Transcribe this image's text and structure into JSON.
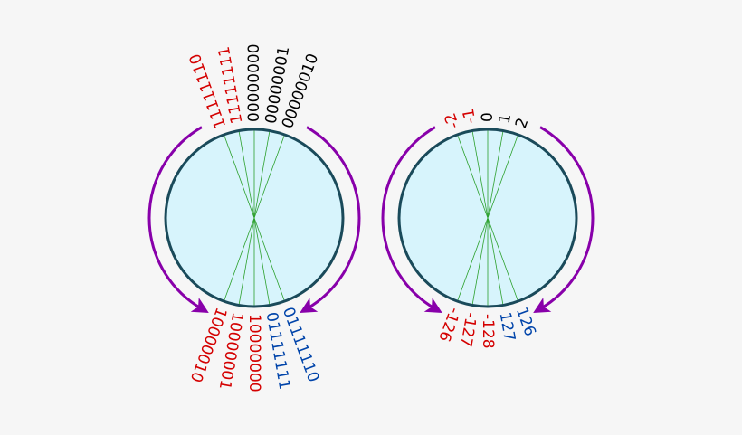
{
  "colors": {
    "background": "#f6f6f6",
    "circle_fill": "#d7f4fc",
    "circle_stroke": "#1a4a5a",
    "spoke": "#2ca02c",
    "arrow": "#8800aa",
    "negative": "#d40000",
    "positive": "#000000",
    "max_positive": "#0044aa"
  },
  "unsigned_ring": {
    "top_labels": [
      {
        "text": "11111110",
        "tone": "negative"
      },
      {
        "text": "11111111",
        "tone": "negative"
      },
      {
        "text": "00000000",
        "tone": "positive"
      },
      {
        "text": "00000001",
        "tone": "positive"
      },
      {
        "text": "00000010",
        "tone": "positive"
      }
    ],
    "bottom_labels": [
      {
        "text": "10000010",
        "tone": "negative"
      },
      {
        "text": "10000001",
        "tone": "negative"
      },
      {
        "text": "10000000",
        "tone": "negative"
      },
      {
        "text": "01111111",
        "tone": "max_positive"
      },
      {
        "text": "01111110",
        "tone": "max_positive"
      }
    ]
  },
  "signed_ring": {
    "top_labels": [
      {
        "text": "-2",
        "tone": "negative"
      },
      {
        "text": "-1",
        "tone": "negative"
      },
      {
        "text": "0",
        "tone": "positive"
      },
      {
        "text": "1",
        "tone": "positive"
      },
      {
        "text": "2",
        "tone": "positive"
      }
    ],
    "bottom_labels": [
      {
        "text": "-126",
        "tone": "negative"
      },
      {
        "text": "-127",
        "tone": "negative"
      },
      {
        "text": "-128",
        "tone": "negative"
      },
      {
        "text": "127",
        "tone": "max_positive"
      },
      {
        "text": "126",
        "tone": "max_positive"
      }
    ]
  }
}
